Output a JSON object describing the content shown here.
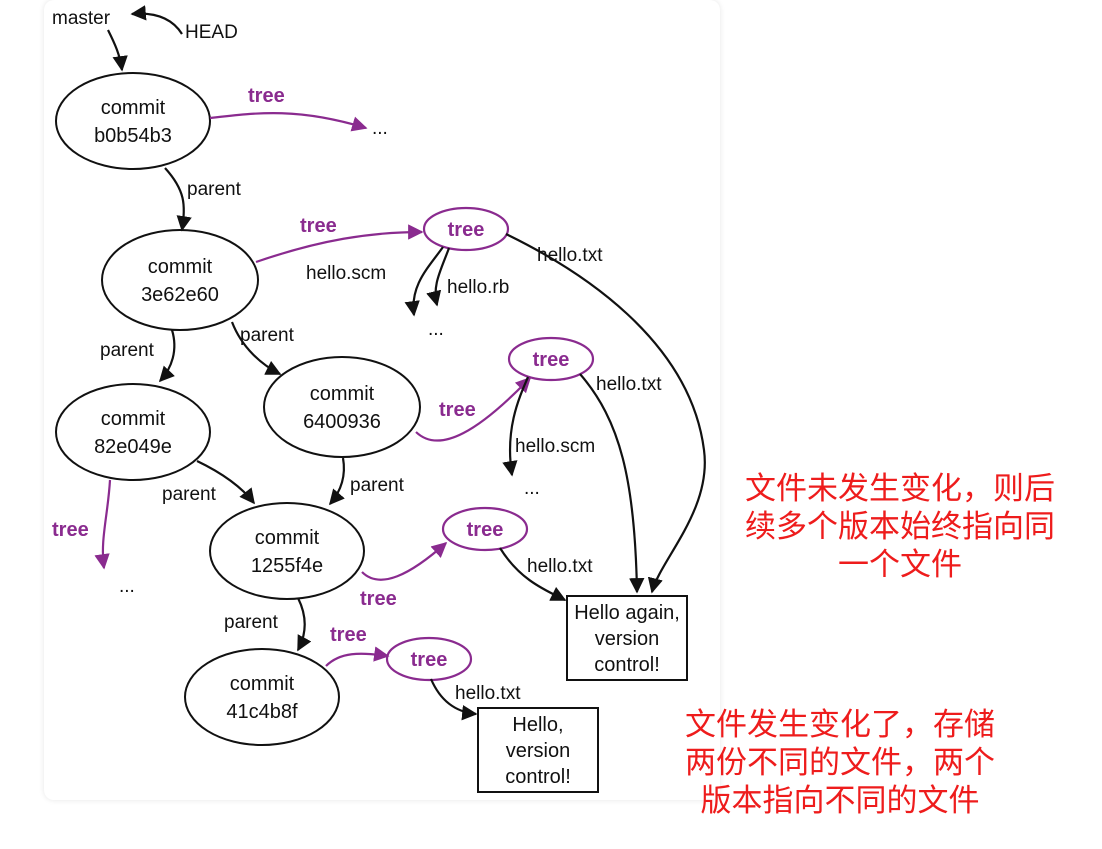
{
  "refs": {
    "master": "master",
    "head": "HEAD"
  },
  "commits": [
    {
      "kind": "commit",
      "hash": "b0b54b3"
    },
    {
      "kind": "commit",
      "hash": "3e62e60"
    },
    {
      "kind": "commit",
      "hash": "82e049e"
    },
    {
      "kind": "commit",
      "hash": "6400936"
    },
    {
      "kind": "commit",
      "hash": "1255f4e"
    },
    {
      "kind": "commit",
      "hash": "41c4b8f"
    }
  ],
  "labels": {
    "tree": "tree",
    "parent": "parent",
    "ellipsis": "...",
    "hello_txt": "hello.txt",
    "hello_scm": "hello.scm",
    "hello_rb": "hello.rb"
  },
  "blobs": [
    {
      "lines": [
        "Hello again,",
        "version",
        "control!"
      ]
    },
    {
      "lines": [
        "Hello,",
        "version",
        "control!"
      ]
    }
  ],
  "annotations": [
    {
      "lines": [
        "文件未发生变化，则后",
        "续多个版本始终指向同",
        "一个文件"
      ]
    },
    {
      "lines": [
        "文件发生变化了，存储",
        "两份不同的文件，两个",
        "版本指向不同的文件"
      ]
    }
  ],
  "colors": {
    "tree": "#8a2b8f",
    "annotation": "#ee1c1c",
    "ink": "#111111"
  }
}
